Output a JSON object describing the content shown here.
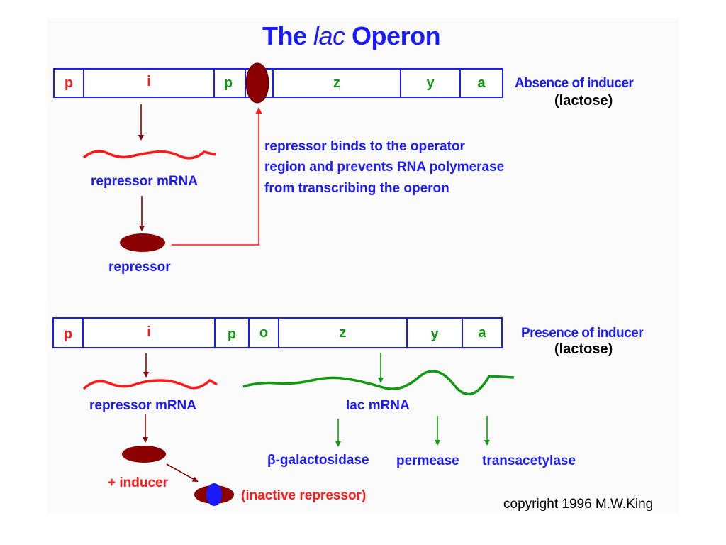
{
  "title": {
    "prefix": "The ",
    "italic": "lac",
    "suffix": " Operon"
  },
  "top_row": {
    "segments": [
      "p",
      "i",
      "p",
      "z",
      "y",
      "a"
    ],
    "state_label": "Absence of inducer",
    "state_sub": "(lactose)",
    "mrna_label": "repressor mRNA",
    "repressor_label": "repressor",
    "note_lines": [
      "repressor binds to the operator",
      "region and prevents RNA polymerase",
      "from transcribing the operon"
    ]
  },
  "bottom_row": {
    "segments": [
      "p",
      "i",
      "p",
      "o",
      "z",
      "y",
      "a"
    ],
    "state_label": "Presence of inducer",
    "state_sub": "(lactose)",
    "mrna_label": "repressor mRNA",
    "lac_mrna_label": "lac mRNA",
    "products": [
      "β-galactosidase",
      "permease",
      "transacetylase"
    ],
    "inducer_label": "+ inducer",
    "inactive_label": "(inactive repressor)"
  },
  "copyright": "copyright 1996 M.W.King",
  "colors": {
    "outline": "#1a1aff",
    "red": "#ff1a1a",
    "green": "#119911",
    "repressor": "#8b0000",
    "inducer": "#1a1aff"
  }
}
